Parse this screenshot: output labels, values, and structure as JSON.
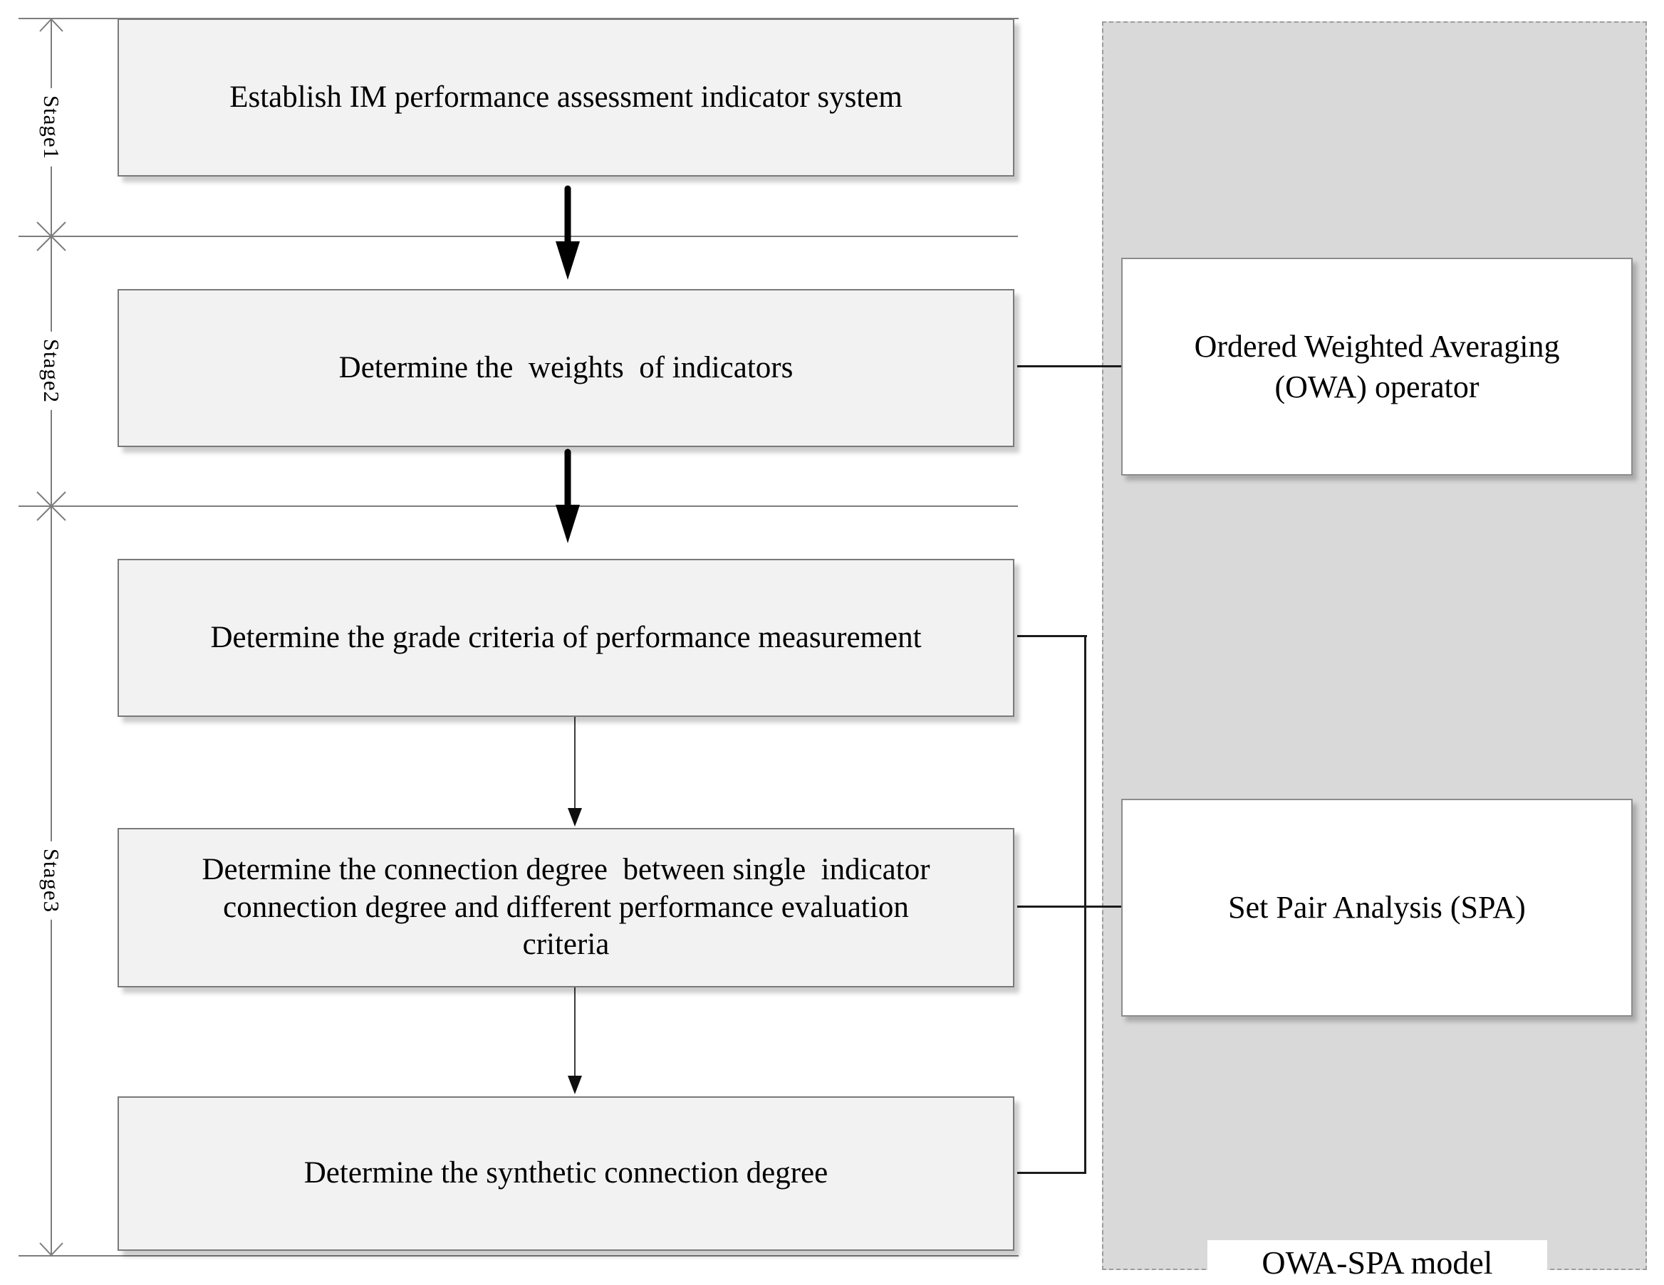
{
  "figure": {
    "type": "flowchart",
    "description_visible_only": "OWA-SPA model flow diagram"
  },
  "stages": [
    {
      "label": "Stage1"
    },
    {
      "label": "Stage2"
    },
    {
      "label": "Stage3"
    }
  ],
  "flow_boxes": [
    {
      "text": "Establish IM performance assessment indicator system"
    },
    {
      "text": "Determine the  weights  of indicators"
    },
    {
      "text": "Determine the grade criteria of performance measurement"
    },
    {
      "text": "Determine the connection degree  between single  indicator\nconnection degree and different performance evaluation\ncriteria"
    },
    {
      "text": "Determine the synthetic connection degree"
    }
  ],
  "method_panel": {
    "title": "OWA-SPA model",
    "boxes": [
      {
        "text": "Ordered Weighted Averaging\n(OWA) operator"
      },
      {
        "text": "Set Pair Analysis (SPA)"
      }
    ]
  },
  "colors": {
    "box-fill": "#f2f2f2",
    "box-border": "#7a7a7a",
    "panel-fill": "#d9d9d9",
    "panel-border": "#9c9c9c",
    "white-box-fill": "#ffffff",
    "white-box-border": "#8c8c8c",
    "dim-line": "#7d7d7d",
    "connector": "#1c1c1c",
    "text": "#000000"
  }
}
